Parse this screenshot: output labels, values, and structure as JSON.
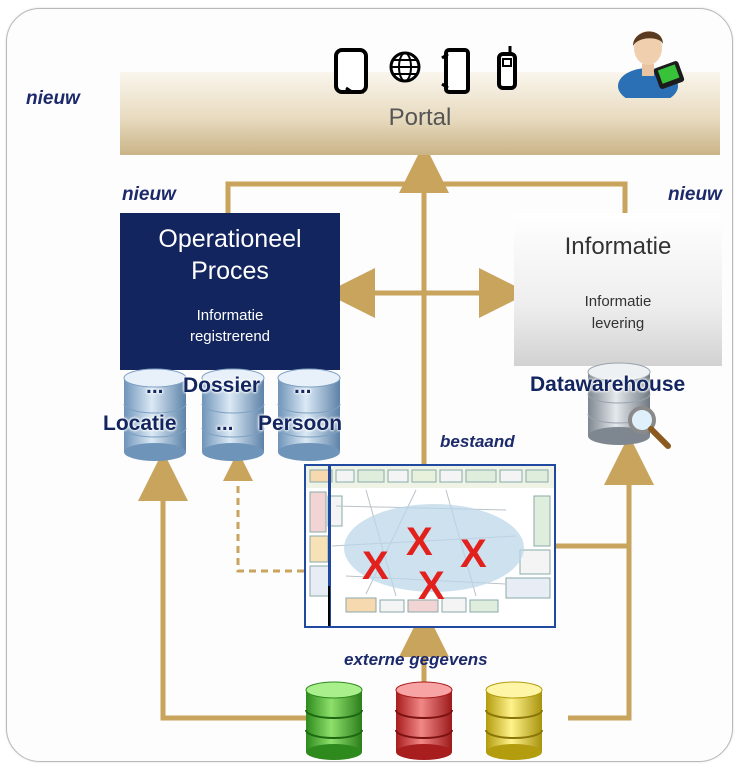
{
  "portal": {
    "label": "Portal"
  },
  "labels": {
    "nieuw": "nieuw",
    "bestaand": "bestaand",
    "externe": "externe gegevens"
  },
  "operational": {
    "title_line1": "Operationeel",
    "title_line2": "Proces",
    "sub_line1": "Informatie",
    "sub_line2": "registrerend"
  },
  "information": {
    "title": "Informatie",
    "sub_line1": "Informatie",
    "sub_line2": "levering"
  },
  "databases": {
    "dossier": "Dossier",
    "locatie": "Locatie",
    "persoon": "Persoon",
    "dots": "...",
    "datawarehouse": "Datawarehouse"
  },
  "legacy": {
    "mark": "X"
  },
  "colors": {
    "arrow": "#c8a45d",
    "navy": "#13255f",
    "db_blue": "#9fc0dc",
    "db_green": "#46b033",
    "db_red": "#d93535",
    "db_yellow": "#e6d020"
  },
  "icons": [
    "tablet-icon",
    "globe-icon",
    "phone-icon",
    "mobile-icon",
    "user-avatar-icon"
  ]
}
